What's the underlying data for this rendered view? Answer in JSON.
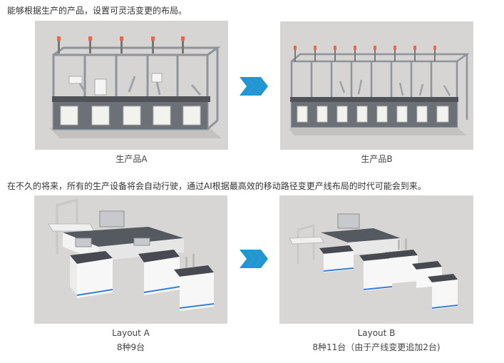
{
  "intro_text": "能够根据生产的产品，设置可灵活变更的布局。",
  "middle_text": "在不久的将来，所有的生产设备将会自动行驶，通过AI根据最高效的移动路径变更产线布局的时代可能会到来。",
  "captions": {
    "product_a": "生产品A",
    "product_b": "生产品B",
    "layout_a_title": "Layout A",
    "layout_a_sub": "8种9台",
    "layout_b_title": "Layout B",
    "layout_b_sub": "8种11台（由于产线变更追加2台)"
  },
  "colors": {
    "panel_bg": "#d4d3d1",
    "arrow": "#2196d3",
    "frame": "#8e949b",
    "cabinet": "#f2f2ee"
  },
  "icons": [
    "triple-chevron-arrow-icon"
  ]
}
